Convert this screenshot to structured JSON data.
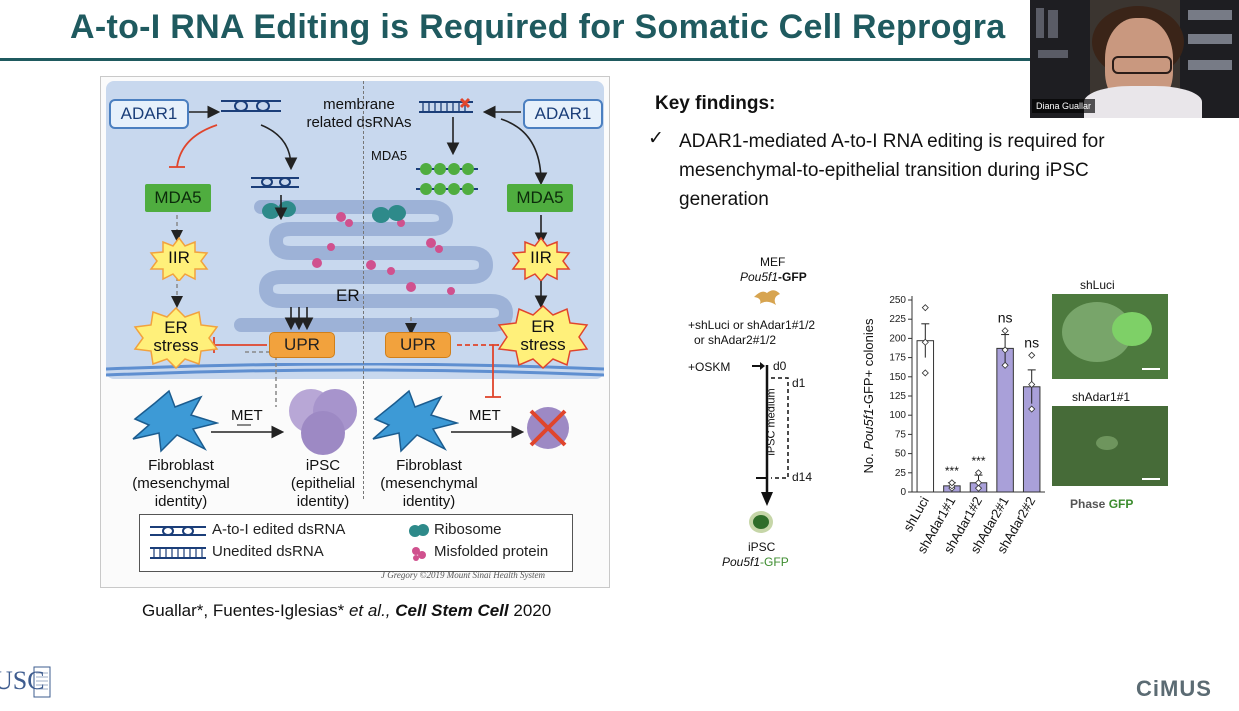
{
  "title": "A-to-I RNA Editing is Required for Somatic Cell Reprogra",
  "video": {
    "name": "Diana Guallar"
  },
  "diagram": {
    "adar1_left": "ADAR1",
    "adar1_right": "ADAR1",
    "membrane_label_1": "membrane",
    "membrane_label_2": "related dsRNAs",
    "mda5_small": "MDA5",
    "mda5_left": "MDA5",
    "mda5_right": "MDA5",
    "iir_left": "IIR",
    "iir_right": "IIR",
    "er": "ER",
    "er_stress_left_1": "ER",
    "er_stress_left_2": "stress",
    "er_stress_right_1": "ER",
    "er_stress_right_2": "stress",
    "upr_left": "UPR",
    "upr_right": "UPR",
    "met_left": "MET",
    "met_right": "MET",
    "fibroblast_left_1": "Fibroblast",
    "fibroblast_left_2": "(mesenchymal",
    "fibroblast_left_3": "identity)",
    "ipsc_1": "iPSC",
    "ipsc_2": "(epithelial",
    "ipsc_3": "identity)",
    "fibroblast_right_1": "Fibroblast",
    "fibroblast_right_2": "(mesenchymal",
    "fibroblast_right_3": "identity)",
    "legend": {
      "edited": "A-to-I edited dsRNA",
      "unedited": "Unedited dsRNA",
      "ribosome": "Ribosome",
      "misfolded": "Misfolded protein"
    },
    "copyright": "J Gregory ©2019 Mount Sinai Health System",
    "colors": {
      "cell": "#c8d8ee",
      "pill_border": "#4b7fc0",
      "green": "#4fad3f",
      "orange": "#f2a23d",
      "burst": "#fff07a"
    }
  },
  "citation": {
    "authors": "Guallar*, Fuentes-Iglesias* ",
    "etal": "et al.,",
    "journal": " Cell Stem Cell",
    "year": " 2020"
  },
  "key_findings": {
    "heading": "Key findings:",
    "check": "✓",
    "item": "ADAR1-mediated A-to-I RNA editing is required for mesenchymal-to-epithelial transition during iPSC generation"
  },
  "schematic": {
    "mef": "MEF",
    "pou_top_italic": "Pou5f1",
    "pou_top_bold": "-GFP",
    "sh_line1": "+shLuci or shAdar1#1/2",
    "sh_line2": "or shAdar2#1/2",
    "oskm": "+OSKM",
    "d0": "d0",
    "d1": "d1",
    "medium": "iPSC medium",
    "d14": "d14",
    "ipsc": "iPSC",
    "pou_bottom_italic": "Pou5f1",
    "pou_bottom_gfp": "-GFP"
  },
  "chart_data": {
    "type": "bar",
    "categories": [
      "shLuci",
      "shAdar1#1",
      "shAdar1#2",
      "shAdar2#1",
      "shAdar2#2"
    ],
    "values": [
      197,
      8,
      12,
      187,
      137
    ],
    "errors": [
      22,
      4,
      10,
      18,
      22
    ],
    "points": [
      [
        240,
        195,
        155
      ],
      [
        5,
        8,
        12
      ],
      [
        5,
        12,
        25
      ],
      [
        210,
        185,
        165
      ],
      [
        178,
        140,
        108
      ]
    ],
    "annotations": [
      "",
      "***",
      "***",
      "ns",
      "ns"
    ],
    "ylabel_prefix": "No. ",
    "ylabel_italic": "Pou5f1",
    "ylabel_suffix": "-GFP+ colonies",
    "yticks": [
      0,
      25,
      50,
      75,
      100,
      125,
      150,
      175,
      200,
      225,
      250
    ],
    "ylim": [
      0,
      250
    ],
    "colors": {
      "control": "#ffffff",
      "knockdown": "#a9a0d9",
      "stroke": "#333333"
    }
  },
  "micrographs": {
    "top_label": "shLuci",
    "bottom_label": "shAdar1#1",
    "phase": "Phase",
    "gfp": "GFP"
  },
  "logos": {
    "usc": "USC",
    "cimus": "CiMUS"
  }
}
